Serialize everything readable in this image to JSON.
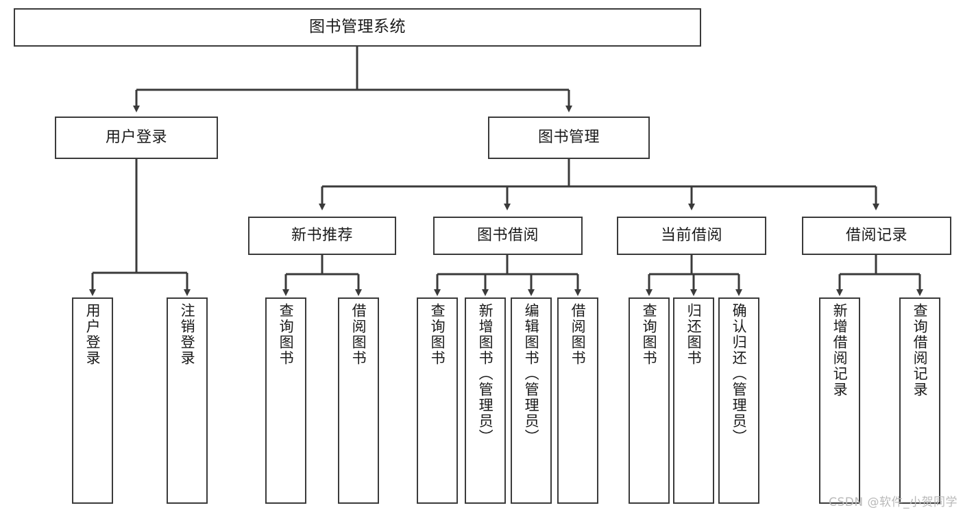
{
  "diagram": {
    "title": "图书管理系统",
    "type": "function-structure-tree",
    "stroke_color": "#3a3a3a",
    "fill_color": "#ffffff",
    "text_color": "#1a1a1a"
  },
  "nodes": {
    "root": {
      "label": "图书管理系统"
    },
    "level2": [
      {
        "label": "用户登录"
      },
      {
        "label": "图书管理"
      }
    ],
    "level3": [
      {
        "label": "新书推荐"
      },
      {
        "label": "图书借阅"
      },
      {
        "label": "当前借阅"
      },
      {
        "label": "借阅记录"
      }
    ],
    "leaves_user_login": [
      {
        "label": "用户登录"
      },
      {
        "label": "注销登录"
      }
    ],
    "leaves_new_book": [
      {
        "label": "查询图书"
      },
      {
        "label": "借阅图书"
      }
    ],
    "leaves_borrow": [
      {
        "label": "查询图书"
      },
      {
        "label": "新增图书（管理员）"
      },
      {
        "label": "编辑图书（管理员）"
      },
      {
        "label": "借阅图书"
      }
    ],
    "leaves_current": [
      {
        "label": "查询图书"
      },
      {
        "label": "归还图书"
      },
      {
        "label": "确认归还（管理员）"
      }
    ],
    "leaves_record": [
      {
        "label": "新增借阅记录"
      },
      {
        "label": "查询借阅记录"
      }
    ]
  },
  "watermark": {
    "text": "CSDN @软件_小贺同学"
  }
}
